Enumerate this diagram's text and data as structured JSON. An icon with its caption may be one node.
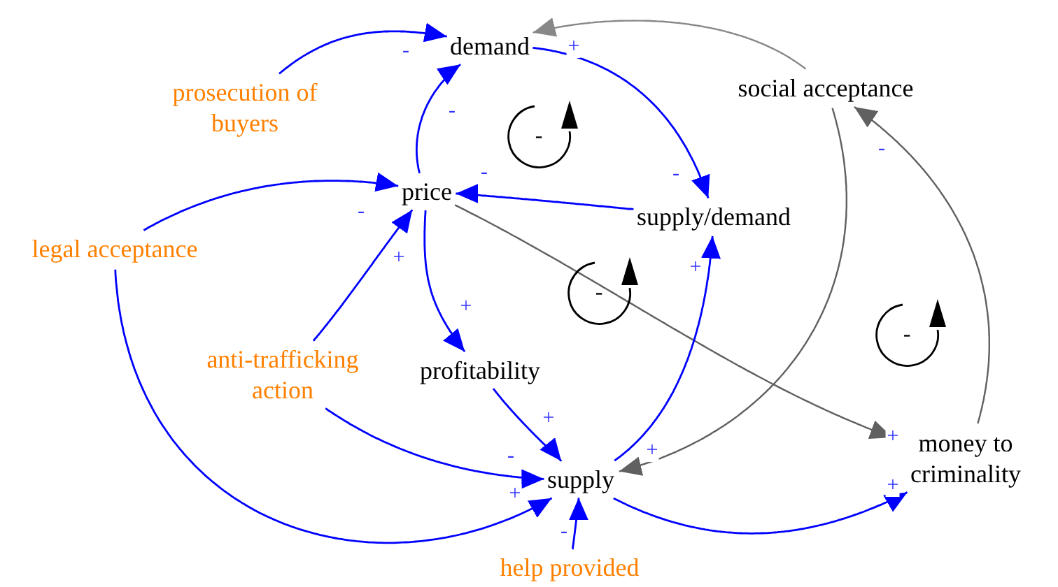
{
  "diagram": {
    "nodes": [
      {
        "text": [
          "demand"
        ]
      },
      {
        "text": [
          "social acceptance"
        ]
      },
      {
        "text": [
          "prosecution of buyers"
        ]
      },
      {
        "text": [
          "price"
        ]
      },
      {
        "text": [
          "supply/demand"
        ]
      },
      {
        "text": [
          "legal acceptance"
        ]
      },
      {
        "text": [
          "anti-trafficking action"
        ]
      },
      {
        "text": [
          "profitability"
        ]
      },
      {
        "text": [
          "supply"
        ]
      },
      {
        "text": [
          "money to criminality"
        ]
      },
      {
        "text": [
          "help provided"
        ]
      }
    ],
    "edges": [
      {
        "from": 2,
        "to": 0,
        "arrow": "to",
        "label": "-"
      },
      {
        "from": 3,
        "to": 0,
        "arrow": "to",
        "label": "-"
      },
      {
        "from": 0,
        "to": 4,
        "arrow": "to",
        "label": "-"
      },
      {
        "from": 4,
        "to": 3,
        "arrow": "to",
        "label": "-"
      },
      {
        "from": 5,
        "to": 3,
        "arrow": "to",
        "label": "-"
      },
      {
        "from": 6,
        "to": 3,
        "arrow": "to",
        "label": "+"
      },
      {
        "from": 3,
        "to": 7,
        "arrow": "to",
        "label": "+"
      },
      {
        "from": 3,
        "to": 9,
        "arrow": "to",
        "label": "+",
        "color": "#606060"
      },
      {
        "from": 7,
        "to": 8,
        "arrow": "to",
        "label": "+"
      },
      {
        "from": 6,
        "to": 8,
        "arrow": "to",
        "label": "-"
      },
      {
        "from": 5,
        "to": 8,
        "arrow": "to",
        "label": "+"
      },
      {
        "from": 10,
        "to": 8,
        "arrow": "to",
        "label": "-"
      },
      {
        "from": 8,
        "to": 4,
        "arrow": "to",
        "label": "+"
      },
      {
        "from": 1,
        "to": 8,
        "arrow": "to",
        "label": "+",
        "color": "#606060"
      },
      {
        "from": 9,
        "to": 1,
        "arrow": "to",
        "label": "-",
        "color": "#606060"
      },
      {
        "from": 8,
        "to": 9,
        "arrow": "to",
        "label": "+"
      },
      {
        "from": 1,
        "to": 0,
        "arrow": "to",
        "label": "+",
        "color": "#888888"
      }
    ],
    "labels": [
      "-",
      "-",
      "-"
    ]
  }
}
